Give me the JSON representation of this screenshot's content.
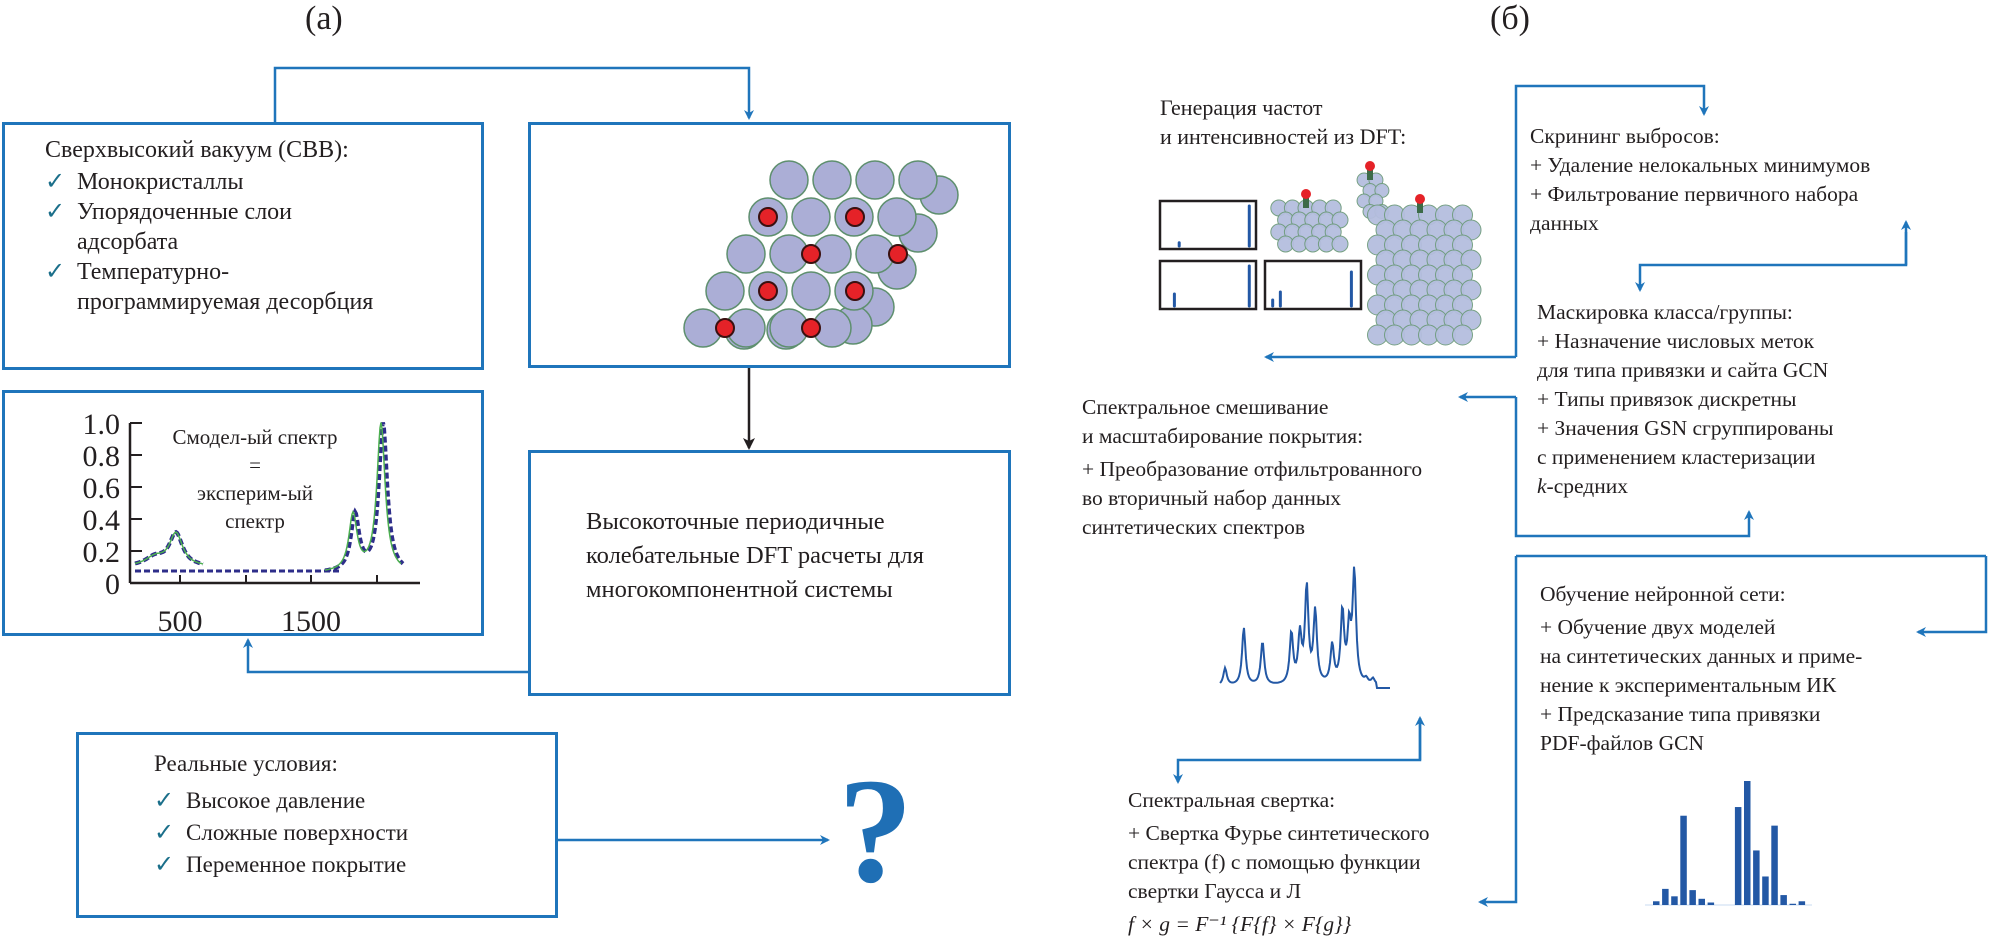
{
  "panels": {
    "a": "(a)",
    "b": "(б)"
  },
  "colors": {
    "accent": "#1f75bb",
    "check": "#1b6f8a",
    "atom": "#abaed6",
    "adsorbate": "#e52228",
    "spectrum": "#2358a5"
  },
  "panel_a": {
    "uhv_box": {
      "title": "Сверхвысокий вакуум (СВВ):",
      "items": [
        {
          "icon": "check-icon",
          "text": "Монокристаллы"
        },
        {
          "icon": "check-icon",
          "text": "Упорядоченные слои адсорбата"
        },
        {
          "icon": "check-icon",
          "text": "Температурно-программируемая десорбция"
        }
      ]
    },
    "lattice_box": {
      "image": "surface-lattice-with-adsorbates"
    },
    "dft_box": {
      "text": "Высокоточные периодичные колебательные DFT расчеты для многокомпонентной системы"
    },
    "spectrum_box": {
      "annotation_line1": "Смодел-ый спектр",
      "annotation_line2": "=",
      "annotation_line3": "эксперим-ый",
      "annotation_line4": "спектр",
      "y_ticks": [
        "1.0",
        "0.8",
        "0.6",
        "0.4",
        "0.2",
        "0"
      ],
      "x_ticks": [
        "500",
        "1500"
      ]
    },
    "real_box": {
      "title": "Реальные условия:",
      "items": [
        {
          "icon": "check-icon",
          "text": "Высокое давление"
        },
        {
          "icon": "check-icon",
          "text": "Сложные поверхности"
        },
        {
          "icon": "check-icon",
          "text": "Переменное покрытие"
        }
      ]
    },
    "question": "?"
  },
  "panel_b": {
    "generation": {
      "title_line1": "Генерация частот",
      "title_line2": "и интенсивностей из DFT:"
    },
    "screening": {
      "title": "Скрининг выбросов:",
      "lines": [
        "+ Удаление нелокальных минимумов",
        "+ Фильтрование первичного набора",
        "данных"
      ]
    },
    "masking": {
      "title": "Маскировка класса/группы:",
      "lines": [
        "+ Назначение числовых меток",
        "для типа привязки и сайта GCN",
        "+ Типы привязок дискретны",
        "+ Значения GSN сгруппированы",
        "с применением кластеризации"
      ],
      "last_italic": "k",
      "last_rest": "-средних"
    },
    "mixing": {
      "title_line1": "Спектральное смешивание",
      "title_line2": "и масштабирование покрытия:",
      "lines": [
        "+ Преобразование отфильтрованного",
        "во вторичный набор данных",
        "синтетических спектров"
      ]
    },
    "training": {
      "title": "Обучение нейронной сети:",
      "lines": [
        "+ Обучение двух моделей",
        "на синтетических данных и приме-",
        "нение к экспериментальным ИК",
        "+ Предсказание типа привязки",
        "PDF-файлов GCN"
      ]
    },
    "convolution": {
      "title": "Спектральная свертка:",
      "lines": [
        "+ Свертка Фурье синтетического",
        "спектра (f) с помощью функции",
        "свертки Гаусса и Л"
      ],
      "formula": "f × g = F⁻¹ {F{f} × F{g}}"
    },
    "histogram": {
      "values": [
        0.03,
        0.13,
        0.07,
        0.72,
        0.12,
        0.05,
        0.02,
        0,
        0,
        0.79,
        1.0,
        0.44,
        0.23,
        0.64,
        0.08,
        0.01,
        0.03
      ]
    },
    "mini_spectra": [
      {
        "peaks": [
          [
            0.2,
            0.08
          ],
          [
            0.93,
            1.0
          ]
        ]
      },
      {
        "peaks": [
          [
            0.15,
            0.3
          ],
          [
            0.93,
            1.0
          ]
        ]
      },
      {
        "peaks": [
          [
            0.08,
            0.15
          ],
          [
            0.16,
            0.35
          ],
          [
            0.9,
            0.85
          ]
        ]
      }
    ]
  }
}
